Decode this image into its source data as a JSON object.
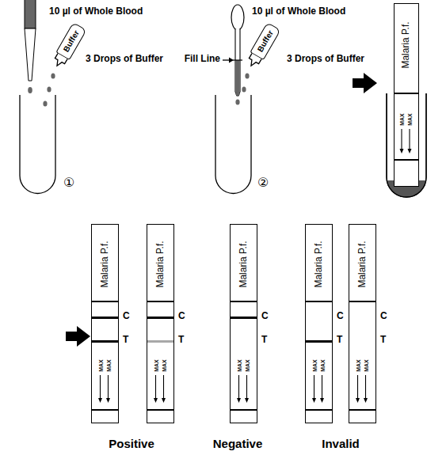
{
  "diagram": {
    "nodes": [
      {
        "text": [
          "Buffer"
        ]
      },
      {
        "text": [
          "Buffer"
        ]
      },
      {
        "text": [
          "Malaria P.f.",
          "MAX",
          "MAX"
        ]
      },
      {
        "text": [
          "Malaria P.f.",
          "MAX",
          "MAX"
        ]
      },
      {
        "text": [
          "Malaria P.f.",
          "MAX",
          "MAX"
        ]
      },
      {
        "text": [
          "Malaria P.f.",
          "MAX",
          "MAX"
        ]
      },
      {
        "text": [
          "Malaria P.f.",
          "MAX",
          "MAX"
        ]
      },
      {
        "text": [
          "Malaria P.f.",
          "MAX",
          "MAX"
        ]
      }
    ],
    "labels": [
      "10 µl of Whole Blood",
      "3 Drops of Buffer",
      "①",
      "Fill Line",
      "10 µl of Whole Blood",
      "3 Drops of Buffer",
      "②",
      "C",
      "T",
      "C",
      "T",
      "C",
      "T",
      "C",
      "T",
      "C",
      "T",
      "Positive",
      "Negative",
      "Invalid"
    ]
  }
}
